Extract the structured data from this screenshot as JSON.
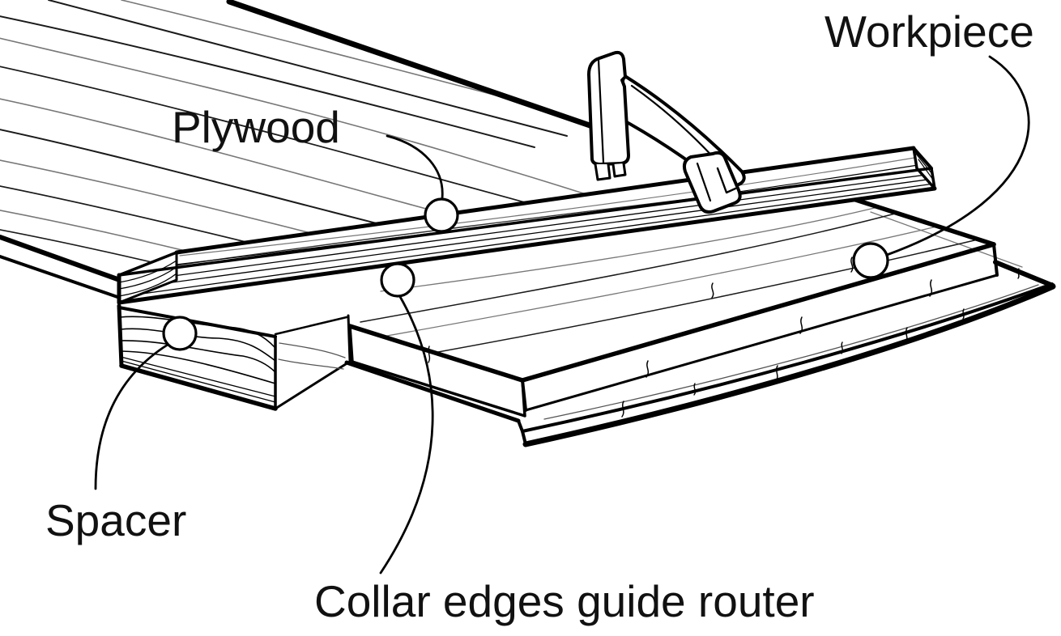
{
  "figure": {
    "type": "woodworking-jig-illustration",
    "background_color": "#ffffff",
    "line_color": "#000000",
    "grain_color": "#777777",
    "labels": {
      "plywood": "Plywood",
      "workpiece": "Workpiece",
      "spacer": "Spacer",
      "caption": "Collar edges guide router"
    },
    "parts": [
      {
        "name": "plywood-guide-strip",
        "label": "Plywood"
      },
      {
        "name": "workpiece-board",
        "label": "Workpiece"
      },
      {
        "name": "spacer-block",
        "label": "Spacer"
      },
      {
        "name": "router-collar-edge",
        "label": "Collar edges guide router"
      }
    ]
  }
}
